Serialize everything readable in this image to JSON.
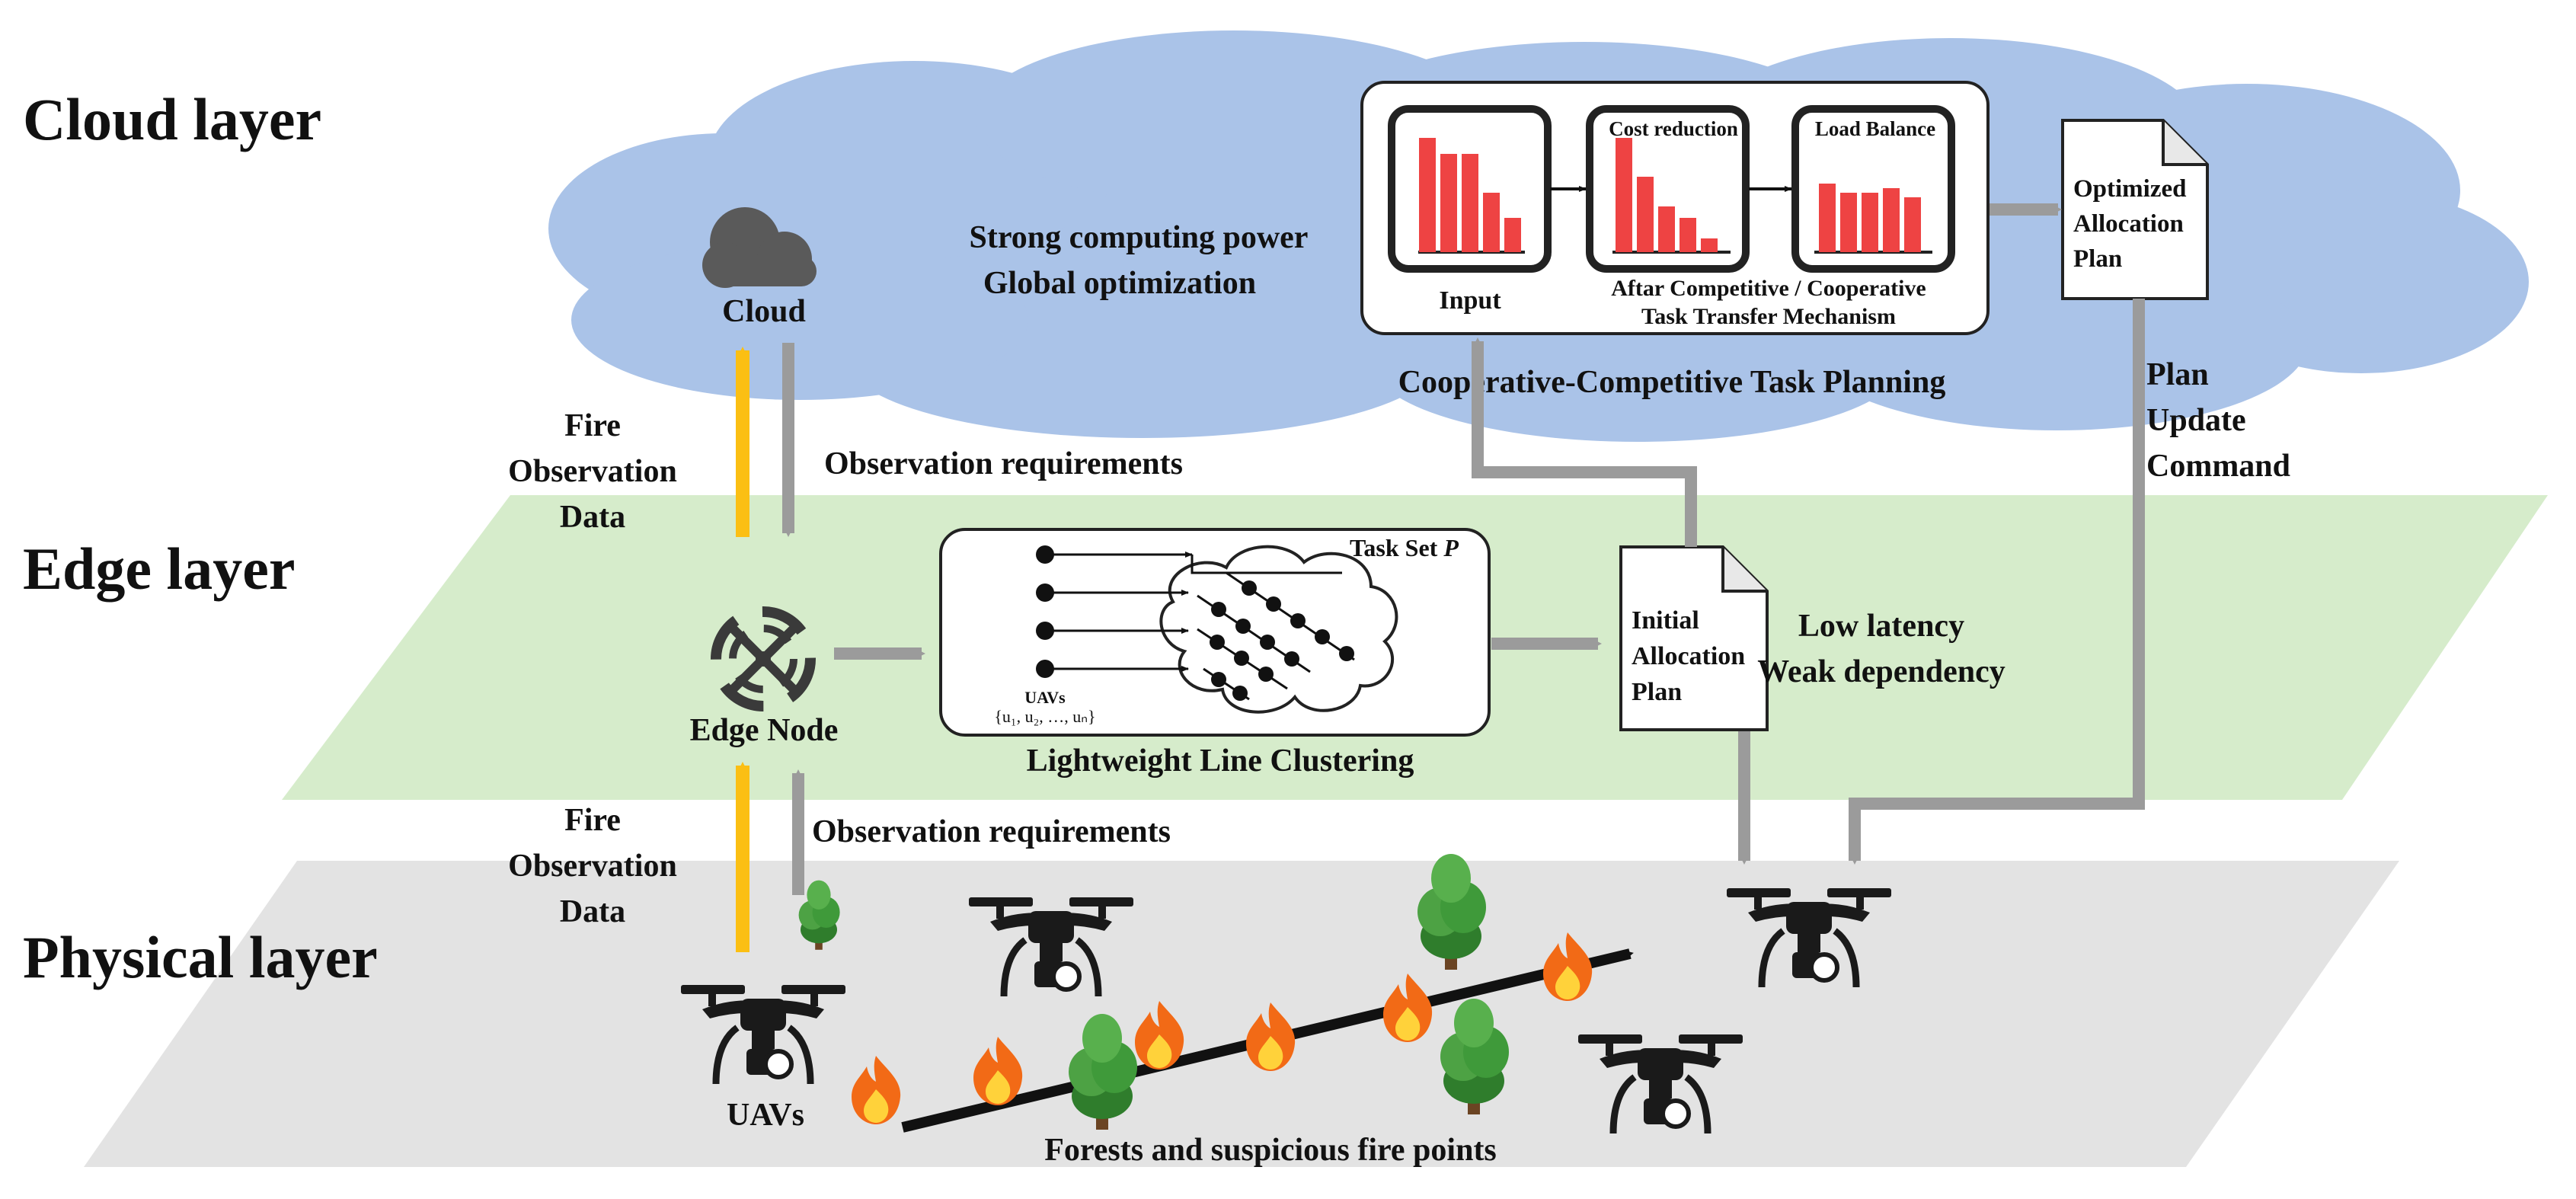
{
  "layers": {
    "cloud": "Cloud layer",
    "edge": "Edge layer",
    "physical": "Physical layer"
  },
  "cloud_layer": {
    "cloud_icon_label": "Cloud",
    "features_line1": "Strong computing power",
    "features_line2": "Global optimization",
    "planning": {
      "title": "Cooperative-Competitive Task Planning",
      "input_label": "Input",
      "cost_reduction_label": "Cost reduction",
      "load_balance_label": "Load Balance",
      "mechanism_line1": "Aftar Competitive / Cooperative",
      "mechanism_line2": "Task Transfer Mechanism",
      "input_bars": [
        1.0,
        0.86,
        0.86,
        0.52,
        0.3
      ],
      "cost_bars": [
        1.0,
        0.66,
        0.4,
        0.3,
        0.12
      ],
      "balance_bars": [
        0.6,
        0.52,
        0.52,
        0.56,
        0.48
      ]
    },
    "optimized_doc": [
      "Optimized",
      "Allocation",
      "Plan"
    ]
  },
  "flows": {
    "fire_obs_upper": [
      "Fire",
      "Observation",
      "Data"
    ],
    "obs_req_upper": "Observation requirements",
    "plan_update": [
      "Plan",
      "Update",
      "Command"
    ],
    "fire_obs_lower": [
      "Fire",
      "Observation",
      "Data"
    ],
    "obs_req_lower": "Observation requirements"
  },
  "edge_layer": {
    "edge_node_label": "Edge Node",
    "clustering": {
      "title": "Lightweight Line Clustering",
      "task_set_label": "Task Set ",
      "task_set_symbol": "P",
      "uavs_label": "UAVs",
      "uavs_set": "{u₁, u₂, …, uₙ}"
    },
    "initial_doc": [
      "Initial",
      "Allocation",
      "Plan"
    ],
    "features_line1": "Low latency",
    "features_line2": "Weak dependency"
  },
  "physical_layer": {
    "uavs_label": "UAVs",
    "forest_label": "Forests and suspicious fire points"
  },
  "colors": {
    "cloud_fill": "#aac3e8",
    "edge_fill": "#d6eccb",
    "physical_fill": "#e3e3e3",
    "arrow_gray": "#9b9b9b",
    "arrow_yellow": "#fbbf13",
    "bar_red": "#ee4343",
    "tree_green": "#3f9a3a",
    "flame_orange": "#f26a16"
  }
}
